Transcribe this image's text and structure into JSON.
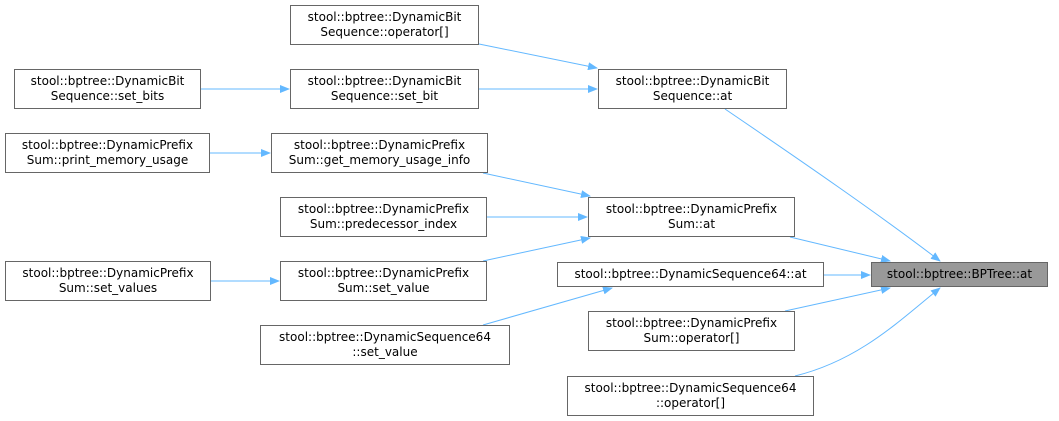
{
  "graph": {
    "edge_color": "#63b8ff",
    "focus_color": "#999999",
    "nodes": {
      "bit_opidx": {
        "line1": "stool::bptree::DynamicBit",
        "line2": "Sequence::operator[]"
      },
      "bit_set_bits": {
        "line1": "stool::bptree::DynamicBit",
        "line2": "Sequence::set_bits"
      },
      "bit_set_bit": {
        "line1": "stool::bptree::DynamicBit",
        "line2": "Sequence::set_bit"
      },
      "bit_at": {
        "line1": "stool::bptree::DynamicBit",
        "line2": "Sequence::at"
      },
      "ps_print_mem": {
        "line1": "stool::bptree::DynamicPrefix",
        "line2": "Sum::print_memory_usage"
      },
      "ps_get_mem": {
        "line1": "stool::bptree::DynamicPrefix",
        "line2": "Sum::get_memory_usage_info"
      },
      "ps_pred": {
        "line1": "stool::bptree::DynamicPrefix",
        "line2": "Sum::predecessor_index"
      },
      "ps_at": {
        "line1": "stool::bptree::DynamicPrefix",
        "line2": "Sum::at"
      },
      "ps_set_values": {
        "line1": "stool::bptree::DynamicPrefix",
        "line2": "Sum::set_values"
      },
      "ps_set_value": {
        "line1": "stool::bptree::DynamicPrefix",
        "line2": "Sum::set_value"
      },
      "seq_at": {
        "line1": "stool::bptree::DynamicSequence64::at"
      },
      "bptree_at": {
        "line1": "stool::bptree::BPTree::at"
      },
      "seq_set_value": {
        "line1": "stool::bptree::DynamicSequence64",
        "line2": "::set_value"
      },
      "ps_opidx": {
        "line1": "stool::bptree::DynamicPrefix",
        "line2": "Sum::operator[]"
      },
      "seq_opidx": {
        "line1": "stool::bptree::DynamicSequence64",
        "line2": "::operator[]"
      }
    }
  }
}
